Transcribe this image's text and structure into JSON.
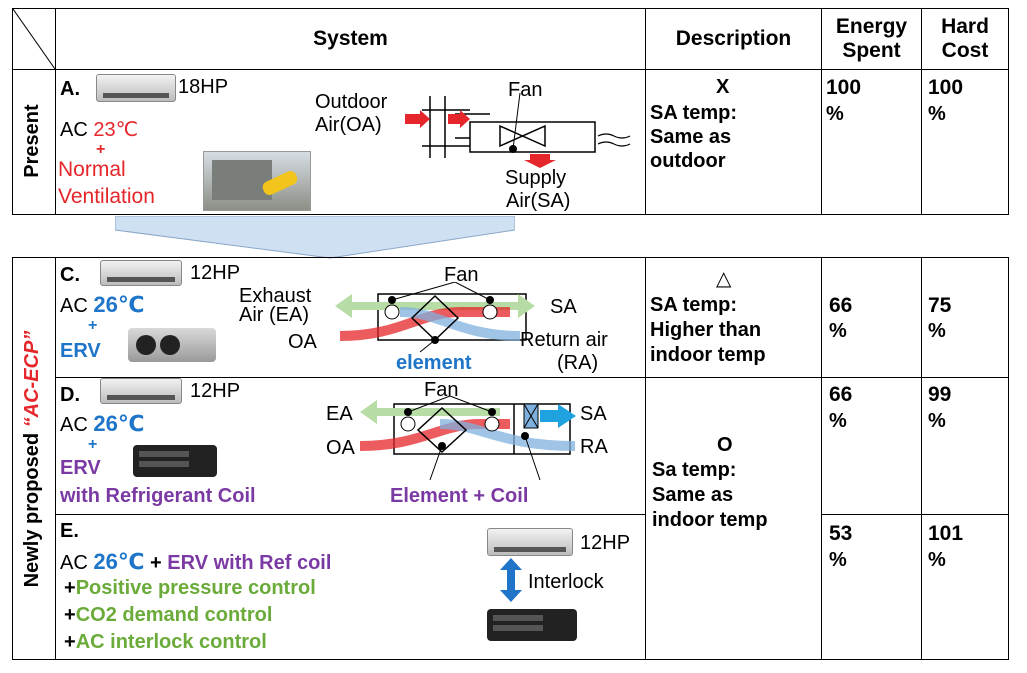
{
  "header": {
    "system": "System",
    "description": "Description",
    "energy": [
      "Energy",
      "Spent"
    ],
    "cost": [
      "Hard",
      "Cost"
    ]
  },
  "rows": {
    "present_label": "Present",
    "proposed_label_a": "Newly proposed ",
    "proposed_label_b": "“AC-ECP”",
    "a": {
      "id": "A.",
      "hp": "18HP",
      "ac": "AC",
      "temp": "23℃",
      "plus": "+",
      "vent1": "Normal",
      "vent2": "Ventilation",
      "outdoor1": "Outdoor",
      "outdoor2": "Air(OA)",
      "fan": "Fan",
      "supply1": "Supply",
      "supply2": "Air(SA)",
      "desc_mark": "X",
      "desc": [
        "SA temp:",
        "Same as",
        "outdoor"
      ],
      "energy": [
        "100",
        "%"
      ],
      "cost": [
        "100",
        "%"
      ]
    },
    "c": {
      "id": "C.",
      "hp": "12HP",
      "ac": "AC",
      "temp": "26℃",
      "plus": "+",
      "erv": "ERV",
      "exhaust1": "Exhaust",
      "exhaust2": "Air (EA)",
      "fan": "Fan",
      "sa": "SA",
      "oa": "OA",
      "return1": "Return air",
      "return2": "(RA)",
      "element": "element",
      "desc_mark": "△",
      "desc": [
        "SA temp:",
        "Higher than",
        "indoor temp"
      ],
      "energy": [
        "66",
        "%"
      ],
      "cost": [
        "75",
        "%"
      ]
    },
    "d": {
      "id": "D.",
      "hp": "12HP",
      "ac": "AC",
      "temp": "26℃",
      "plus": "+",
      "erv": "ERV",
      "erv2": "with Refrigerant Coil",
      "fan": "Fan",
      "ea": "EA",
      "oa": "OA",
      "sa": "SA",
      "ra": "RA",
      "element": "Element + Coil",
      "energy": [
        "66",
        "%"
      ],
      "cost": [
        "99",
        "%"
      ]
    },
    "de_desc_mark": "O",
    "de_desc": [
      "Sa temp:",
      "Same as",
      "indoor temp"
    ],
    "e": {
      "id": "E.",
      "ac": "AC",
      "temp": "26℃",
      "plus": "+",
      "erv": "ERV with Ref coil",
      "ctrl1": "Positive pressure control",
      "ctrl2": "CO2 demand control",
      "ctrl3": "AC interlock control",
      "hp": "12HP",
      "interlock": "Interlock",
      "energy": [
        "53",
        "%"
      ],
      "cost": [
        "101",
        "%"
      ]
    }
  },
  "colors": {
    "red": "#e5262a",
    "blue": "#1f75c8",
    "purple": "#7b3aa3",
    "green": "#6aab3a",
    "arrow_band": "#cfe0f3"
  }
}
